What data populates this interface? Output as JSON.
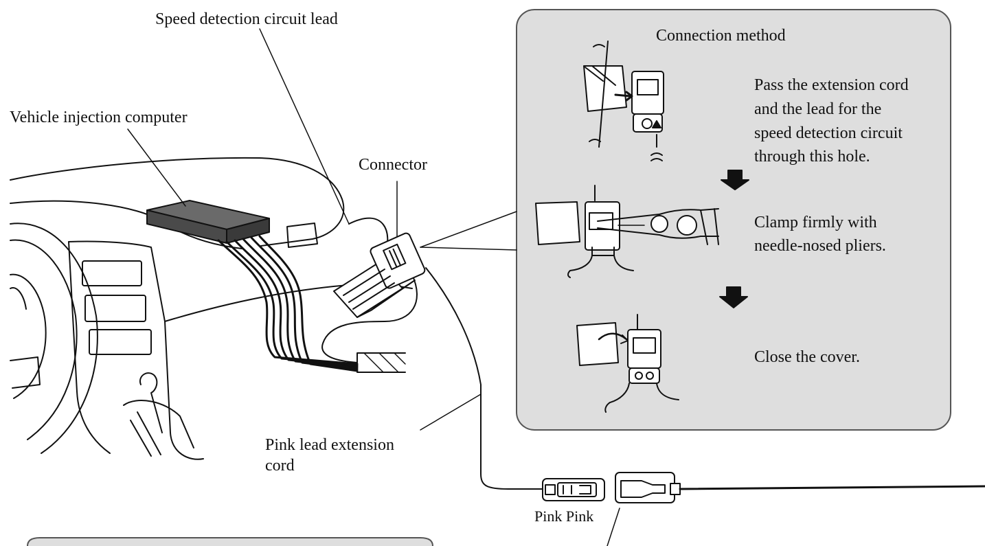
{
  "labels": {
    "speed_lead": "Speed detection circuit lead",
    "injection_computer": "Vehicle injection computer",
    "connector": "Connector",
    "pink_extension_line1": "Pink lead extension",
    "pink_extension_line2": "cord",
    "pink_pink": "Pink Pink"
  },
  "connection_panel": {
    "title": "Connection method",
    "steps": [
      {
        "line1": "Pass the extension cord",
        "line2": "and the lead for the",
        "line3": "speed detection circuit",
        "line4": "through this hole."
      },
      {
        "line1": "Clamp firmly with",
        "line2": "needle-nosed pliers."
      },
      {
        "line1": "Close the cover."
      }
    ]
  },
  "colors": {
    "panel_fill": "#dedede",
    "ink": "#111111",
    "computer_box": "#555555"
  }
}
